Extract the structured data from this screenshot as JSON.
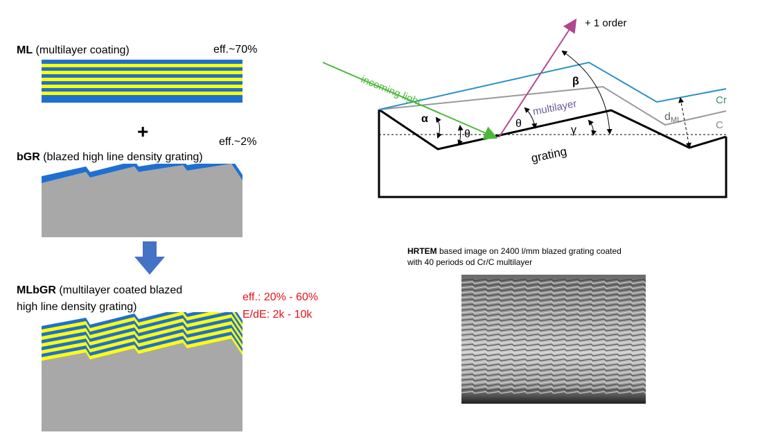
{
  "ml": {
    "name": "ML",
    "desc": " (multilayer coating)",
    "eff": "eff.~70%"
  },
  "plus": "+",
  "bgr": {
    "name": "bGR",
    "desc": " (blazed high line density grating)",
    "eff": "eff.~2%"
  },
  "mlbgr": {
    "name": "MLbGR",
    "desc_line1": " (multilayer coated blazed",
    "desc_line2": "high line density grating)",
    "eff": "eff.: 20% - 60%",
    "resolution": "E/dE: 2k - 10k"
  },
  "geometry": {
    "incoming": "incoming light",
    "order": "+ 1 order",
    "multilayer": "multilayer",
    "grating": "grating",
    "cr": "Cr",
    "c": "C",
    "alpha": "α",
    "beta": "β",
    "theta1": "θ",
    "theta2": "θ",
    "gamma": "γ",
    "dml_d": "d",
    "dml_sub": "ML"
  },
  "hrtem": {
    "bold": "HRTEM",
    "text": " based image on 2400 l/mm blazed grating coated with 40 periods od Cr/C multilayer"
  },
  "colors": {
    "blue": "#1f6fd1",
    "yellow": "#ffff00",
    "substrate": "#a8a8a8",
    "arrow": "#4472c4",
    "green": "#4cb83a",
    "purple": "#b0488f",
    "cyan": "#2a8fc7",
    "red": "#e8101a"
  }
}
